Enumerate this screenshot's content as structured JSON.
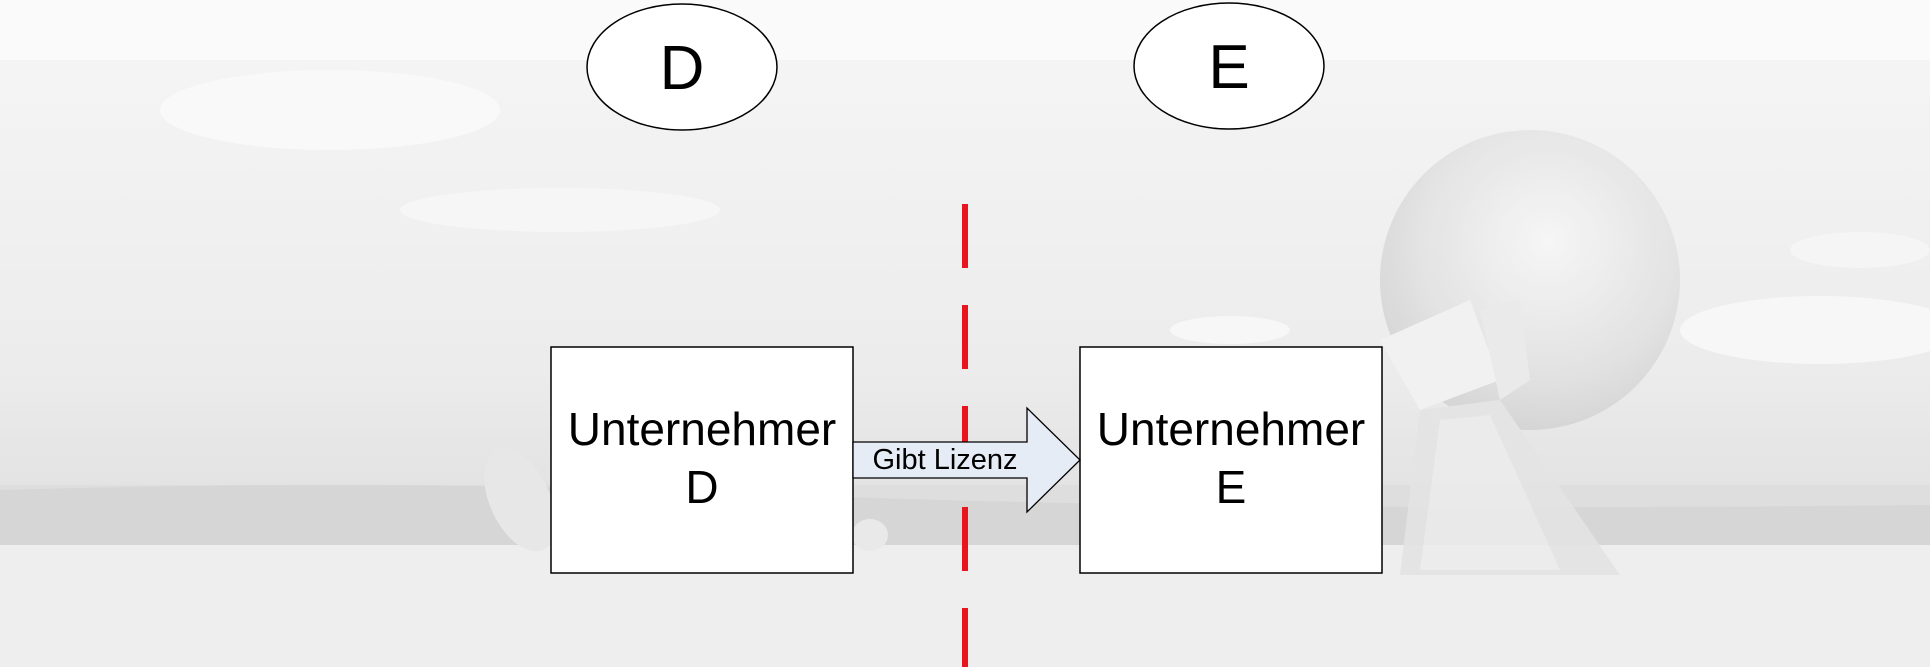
{
  "circles": [
    {
      "label": "D"
    },
    {
      "label": "E"
    }
  ],
  "boxes": [
    {
      "line1": "Unternehmer",
      "line2": "D"
    },
    {
      "line1": "Unternehmer",
      "line2": "E"
    }
  ],
  "arrow": {
    "label": "Gibt Lizenz"
  },
  "colors": {
    "divider": "#e8141e",
    "arrow_fill": "#e6ecf5",
    "stroke": "#000000",
    "box_fill": "#ffffff"
  }
}
